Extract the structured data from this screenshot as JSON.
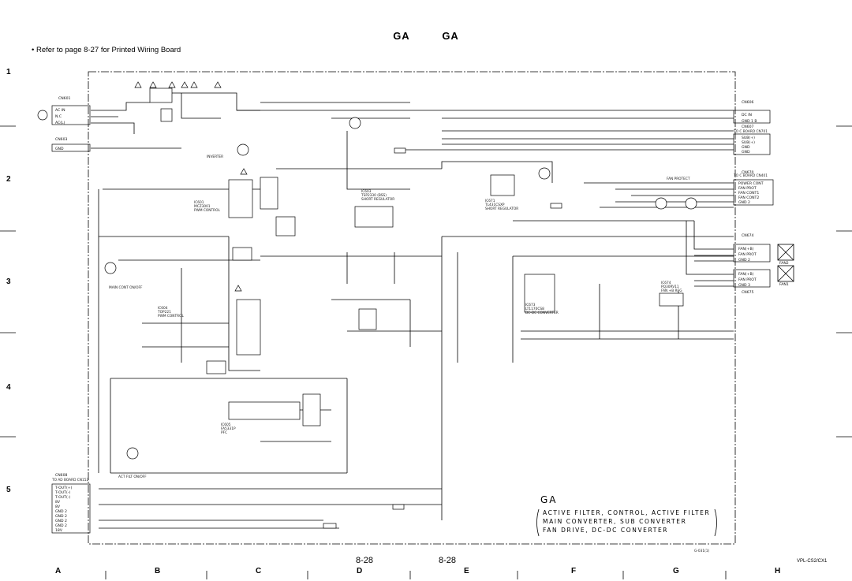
{
  "header": {
    "left_tag": "GA",
    "right_tag": "GA"
  },
  "note": "• Refer to page 8-27 for Printed Wiring Board",
  "row_labels": [
    "1",
    "2",
    "3",
    "4",
    "5"
  ],
  "col_labels": [
    "A",
    "B",
    "C",
    "D",
    "E",
    "F",
    "G",
    "H"
  ],
  "page_numbers": {
    "left": "8-28",
    "right": "8-28"
  },
  "model": "VPL-CS2/CX1",
  "board": {
    "name": "GA",
    "description_lines": [
      "ACTIVE FILTER, CONTROL, ACTIVE FILTER",
      "MAIN CONVERTER, SUB CONVERTER",
      "FAN DRIVE, DC-DC CONVERTER"
    ]
  },
  "connectors": {
    "cn601": {
      "ref": "CN601",
      "pins": [
        "AC IN",
        "N.C",
        "AC(L)"
      ]
    },
    "cn603": {
      "ref": "CN603",
      "pins": [
        "GND"
      ]
    },
    "cn606": {
      "ref": "CN606",
      "pins": [
        "DC IN",
        "GND 1 B"
      ]
    },
    "cn607": {
      "ref": "CN607",
      "pins": [
        "SUB(+)",
        "SUB(+)",
        "GND",
        "GND"
      ]
    },
    "cn670": {
      "ref": "CN670",
      "pins": [
        "POWER CONT",
        "FAN PROT",
        "FAN CONT1",
        "FAN CONT2",
        "GND 2"
      ]
    },
    "cn674": {
      "ref": "CN674",
      "pins": [
        "FAN(+B)",
        "FAN PROT",
        "GND 2"
      ]
    },
    "cn675": {
      "ref": "CN675",
      "pins": [
        "FAN(+B)",
        "FAN PROT",
        "GND 3"
      ]
    },
    "cn608": {
      "ref": "CN608",
      "pins": [
        "T-OUT(+)",
        "T-OUT(-)",
        "T-OUT(-)",
        "8V",
        "8V",
        "GND 2",
        "GND 2",
        "GND 2",
        "GND 2",
        "18V"
      ]
    }
  },
  "fans": [
    "FAN2",
    "FAN1"
  ],
  "ics": [
    {
      "ref": "IC601",
      "part": "MCZ3001",
      "note": "PWM CONTROL"
    },
    {
      "ref": "IC603",
      "part": "TSP2330 (BSS)",
      "note": "SHORT REGULATOR"
    },
    {
      "ref": "IC671",
      "part": "TL431CSXP",
      "note": "SHORT REGULATOR"
    },
    {
      "ref": "IC673",
      "part": "LT1170CS8",
      "note": "DC-DC CONVERTER"
    },
    {
      "ref": "IC604",
      "part": "TOP221",
      "note": "PWM CONTROL"
    },
    {
      "ref": "IC605",
      "part": "FA5331P",
      "note": "PFC"
    },
    {
      "ref": "IC674",
      "part": "PQ30RV11",
      "note": "FAN +B REG"
    }
  ],
  "blocks": [
    "INVERTER",
    "MAIN CONT ON/OFF",
    "ACT FILT ON/OFF",
    "FAN PROTECT",
    "TO C BOARD CN701",
    "TO C BOARD CN401",
    "TO AD BOARD CN152"
  ],
  "footer_ref": "G-031(1)"
}
